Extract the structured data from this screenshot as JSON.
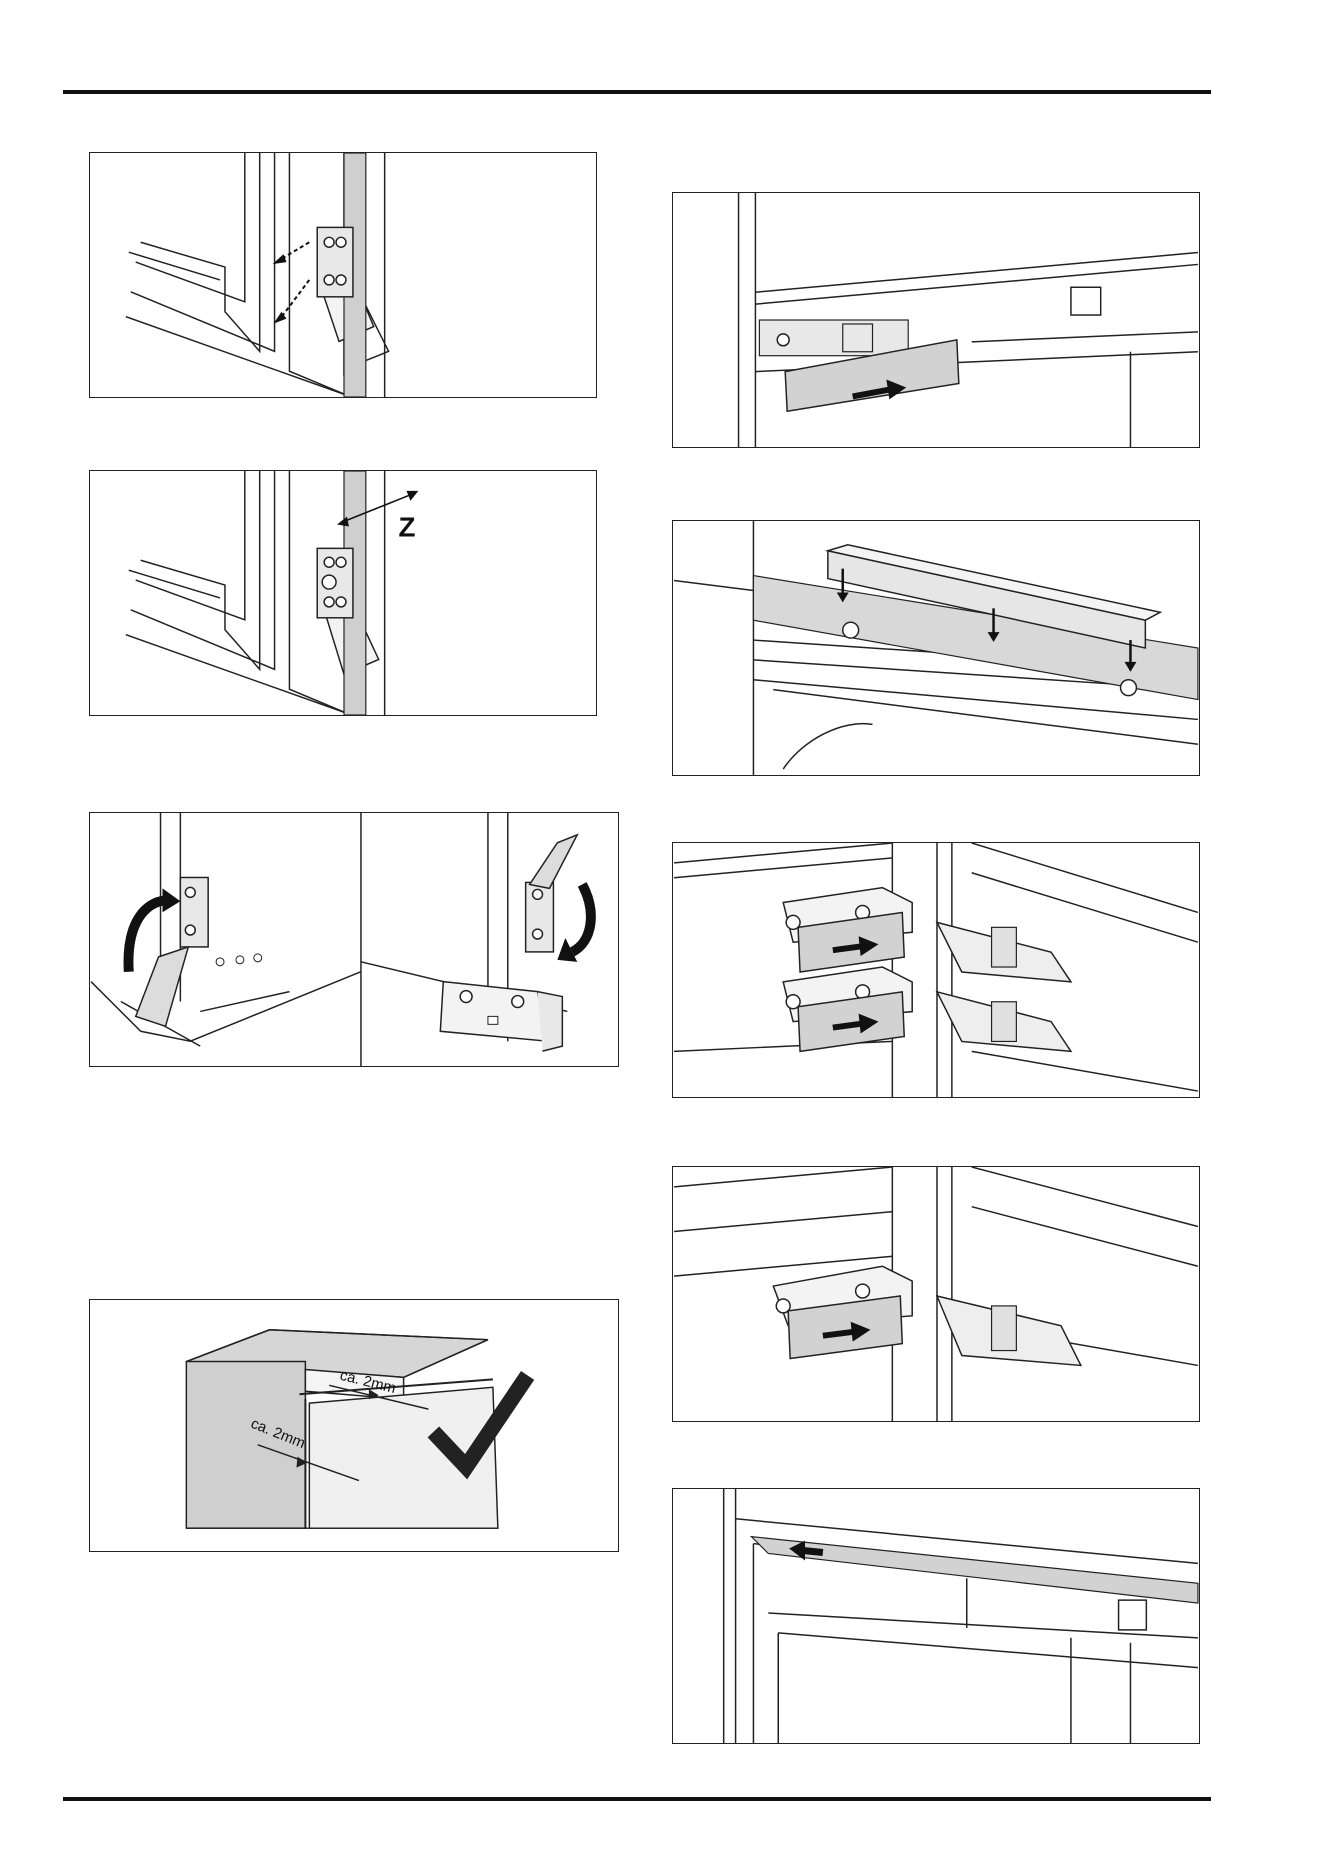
{
  "figures": {
    "fig1": {
      "name": "hinge-cover-removal"
    },
    "fig2": {
      "name": "hinge-adjust-z",
      "label": "Z"
    },
    "fig3": {
      "name": "hinge-cover-rotate"
    },
    "fig4": {
      "name": "door-gap-check",
      "dimension_label_1": "ca. 2mm",
      "dimension_label_2": "ca. 2mm"
    },
    "fig5": {
      "name": "top-cover-slide-in"
    },
    "fig6": {
      "name": "top-cover-press-down"
    },
    "fig7": {
      "name": "double-hinge-covers"
    },
    "fig8": {
      "name": "single-hinge-cover"
    },
    "fig9": {
      "name": "top-trim-slide"
    }
  },
  "colors": {
    "line": "#222222",
    "panel_gray": "#cfcfcf",
    "dark_gray": "#9a9a9a",
    "arrow": "#111111"
  }
}
